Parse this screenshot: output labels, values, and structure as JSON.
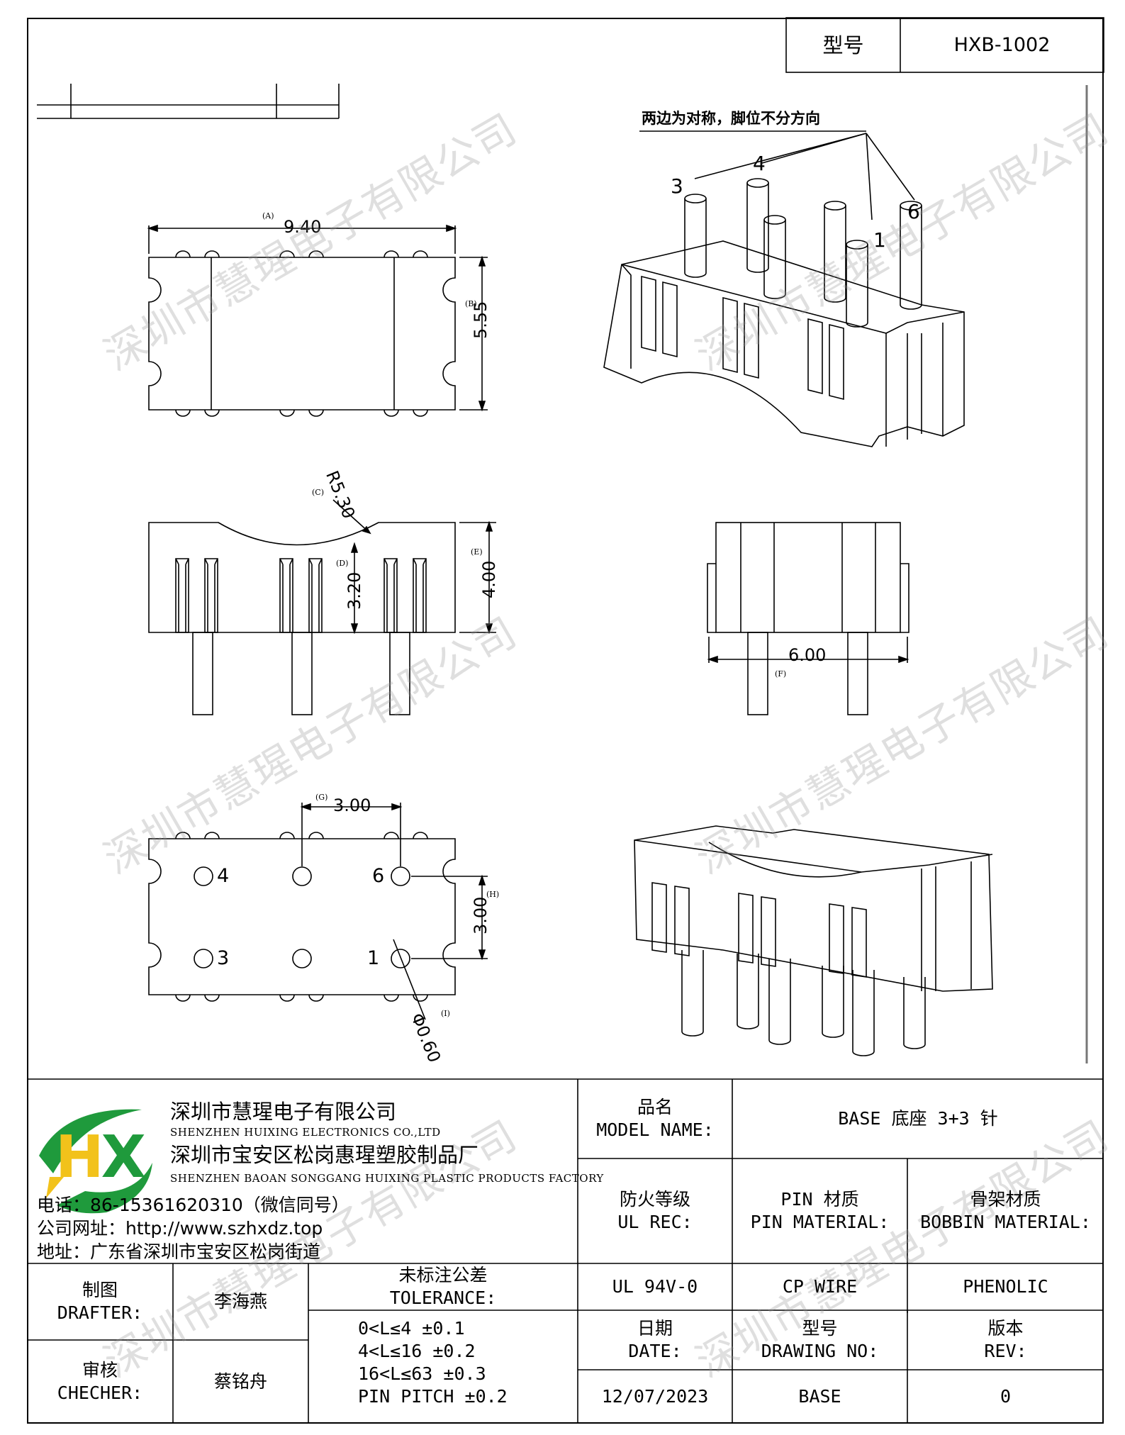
{
  "part_no": {
    "label": "型号",
    "value": "HXB-1002"
  },
  "drawing": {
    "note": "两边为对称，脚位不分方向",
    "pin_labels_3d": [
      "3",
      "4",
      "1",
      "6"
    ],
    "dims": {
      "A": "9.40",
      "B": "5.55",
      "C": "R5.30",
      "D": "3.20",
      "E": "4.00",
      "F": "6.00",
      "G": "3.00",
      "H": "3.00",
      "I": "Φ0.60"
    },
    "dim_refs": [
      "(A)",
      "(B)",
      "(C)",
      "(D)",
      "(E)",
      "(F)",
      "(G)",
      "(H)",
      "(I)"
    ],
    "pin_numbers": [
      "4",
      "6",
      "3",
      "1"
    ]
  },
  "watermark": "深圳市慧瑆电子有限公司",
  "company": {
    "name_cn": "深圳市慧瑆电子有限公司",
    "name_en": "SHENZHEN HUIXING ELECTRONICS CO.,LTD",
    "factory_cn": "深圳市宝安区松岗惠瑆塑胶制品厂",
    "factory_en": "SHENZHEN BAOAN SONGGANG HUIXING PLASTIC PRODUCTS FACTORY",
    "logo_text": "HX",
    "phone": "电话：86-15361620310（微信同号）",
    "website": "公司网址：http://www.szhxdz.top",
    "address": "地址：广东省深圳市宝安区松岗街道"
  },
  "title_block": {
    "model_name_label_cn": "品名",
    "model_name_label_en": "MODEL NAME:",
    "model_name_value": "BASE 底座 3+3 针",
    "ul_label_cn": "防火等级",
    "ul_label_en": "UL REC:",
    "pin_label_cn": "PIN 材质",
    "pin_label_en": "PIN MATERIAL:",
    "bobbin_label_cn": "骨架材质",
    "bobbin_label_en": "BOBBIN MATERIAL:",
    "ul_value": "UL 94V-0",
    "pin_value": "CP WIRE",
    "bobbin_value": "PHENOLIC",
    "date_label_cn": "日期",
    "date_label_en": "DATE:",
    "drawing_no_label_cn": "型号",
    "drawing_no_label_en": "DRAWING NO:",
    "rev_label_cn": "版本",
    "rev_label_en": "REV:",
    "date_value": "12/07/2023",
    "drawing_no_value": "BASE",
    "rev_value": "0",
    "drafter_label_cn": "制图",
    "drafter_label_en": "DRAFTER:",
    "drafter_value": "李海燕",
    "checker_label_cn": "审核",
    "checker_label_en": "CHECHER:",
    "checker_value": "蔡铭舟",
    "tolerance_label_cn": "未标注公差",
    "tolerance_label_en": "TOLERANCE:",
    "tolerances": [
      "0<L≤4  ±0.1",
      "4<L≤16 ±0.2",
      "16<L≤63 ±0.3",
      "PIN PITCH ±0.2"
    ]
  },
  "colors": {
    "logo_green": "#1f9a3c",
    "logo_yellow": "#f2c21b",
    "line": "#000000"
  }
}
